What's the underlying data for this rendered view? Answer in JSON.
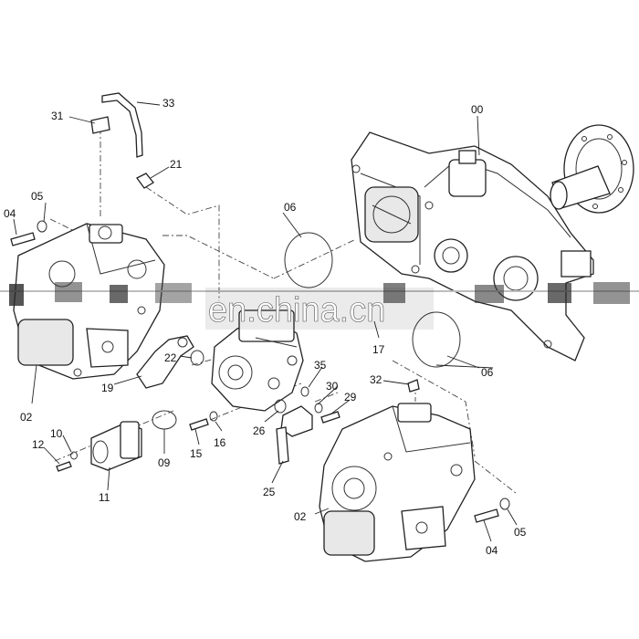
{
  "diagram": {
    "callouts": [
      "00",
      "02",
      "02",
      "04",
      "04",
      "05",
      "05",
      "06",
      "06",
      "09",
      "10",
      "11",
      "12",
      "15",
      "16",
      "17",
      "19",
      "21",
      "22",
      "25",
      "26",
      "29",
      "30",
      "31",
      "32",
      "33",
      "35"
    ]
  },
  "watermark": {
    "text": "en.china.cn"
  },
  "colors": {
    "line": "#222222",
    "paper": "#ffffff",
    "watermark_band": "#1a1a1a"
  }
}
